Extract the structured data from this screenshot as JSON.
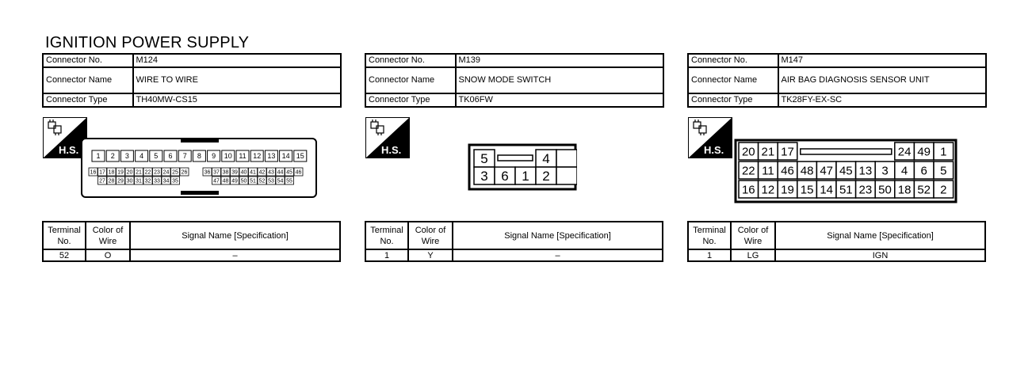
{
  "page_title": "IGNITION POWER SUPPLY",
  "hs_label": "H.S.",
  "connectors": [
    {
      "labels": {
        "no": "Connector No.",
        "name": "Connector Name",
        "type": "Connector Type"
      },
      "no": "M124",
      "name": "WIRE TO WIRE",
      "type": "TH40MW-CS15",
      "grid": {
        "row1": [
          "1",
          "2",
          "3",
          "4",
          "5",
          "6",
          "7",
          "8",
          "9",
          "10",
          "11",
          "12",
          "13",
          "14",
          "15"
        ],
        "row2a": [
          "16",
          "17",
          "18",
          "19",
          "20",
          "21",
          "22",
          "23",
          "24",
          "25",
          "26"
        ],
        "row2b": [
          "36",
          "37",
          "38",
          "39",
          "40",
          "41",
          "42",
          "43",
          "44",
          "45",
          "46"
        ],
        "row3a": [
          "27",
          "28",
          "29",
          "30",
          "31",
          "32",
          "33",
          "34",
          "35"
        ],
        "row3b": [
          "47",
          "48",
          "49",
          "50",
          "51",
          "52",
          "53",
          "54",
          "55"
        ]
      },
      "table": {
        "headers": [
          "Terminal No.",
          "Color of Wire",
          "Signal Name [Specification]"
        ],
        "rows": [
          [
            "52",
            "O",
            "–"
          ]
        ]
      }
    },
    {
      "labels": {
        "no": "Connector No.",
        "name": "Connector Name",
        "type": "Connector Type"
      },
      "no": "M139",
      "name": "SNOW MODE SWITCH",
      "type": "TK06FW",
      "grid": {
        "row1": [
          "5",
          "",
          "4",
          ""
        ],
        "row2": [
          "3",
          "6",
          "1",
          "2",
          ""
        ]
      },
      "table": {
        "headers": [
          "Terminal No.",
          "Color of Wire",
          "Signal Name [Specification]"
        ],
        "rows": [
          [
            "1",
            "Y",
            "–"
          ]
        ]
      }
    },
    {
      "labels": {
        "no": "Connector No.",
        "name": "Connector Name",
        "type": "Connector Type"
      },
      "no": "M147",
      "name": "AIR BAG DIAGNOSIS SENSOR UNIT",
      "type": "TK28FY-EX-SC",
      "grid": {
        "row1a": [
          "20",
          "21",
          "17"
        ],
        "row1b": [
          "24",
          "49",
          "1"
        ],
        "row2": [
          "22",
          "11",
          "46",
          "48",
          "47",
          "45",
          "13",
          "3",
          "4",
          "6",
          "5"
        ],
        "row3": [
          "16",
          "12",
          "19",
          "15",
          "14",
          "51",
          "23",
          "50",
          "18",
          "52",
          "2"
        ]
      },
      "table": {
        "headers": [
          "Terminal No.",
          "Color of Wire",
          "Signal Name [Specification]"
        ],
        "rows": [
          [
            "1",
            "LG",
            "IGN"
          ]
        ]
      }
    }
  ]
}
